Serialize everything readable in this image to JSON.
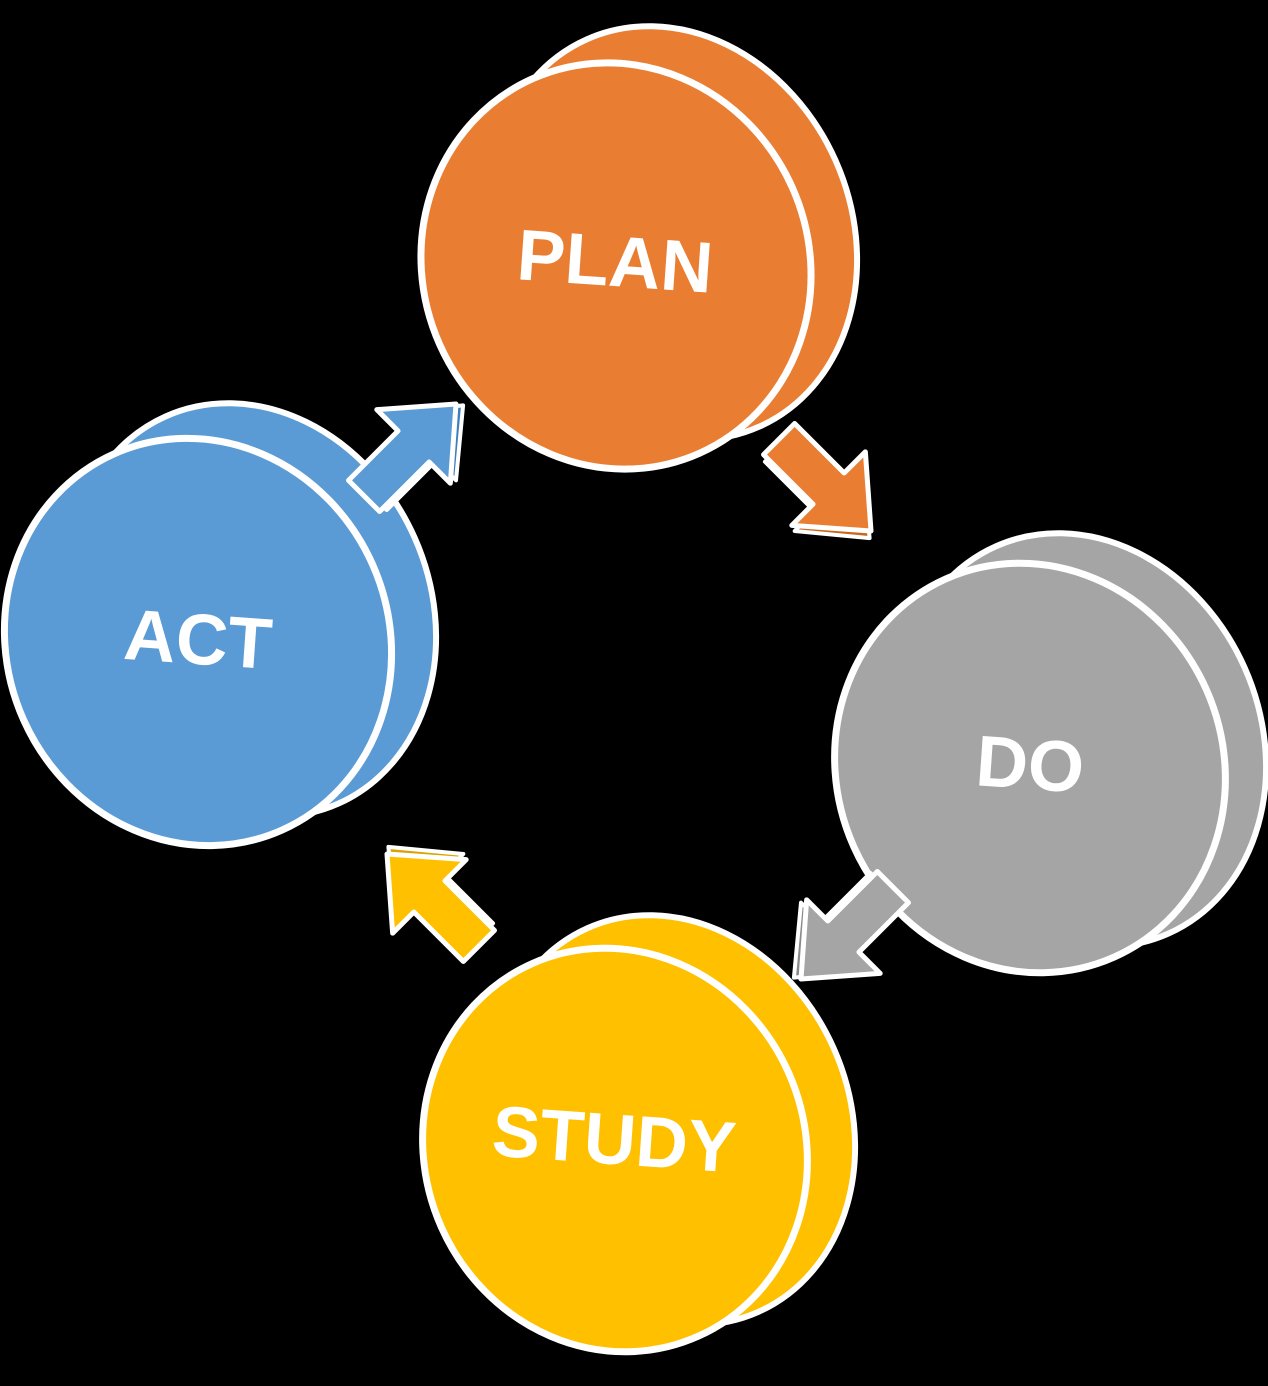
{
  "diagram": {
    "background": "#000000",
    "outline_color": "#ffffff",
    "stages": [
      {
        "id": "plan",
        "label": "PLAN",
        "face_color": "#E97E32",
        "side_color": "#E97E32"
      },
      {
        "id": "do",
        "label": "DO",
        "face_color": "#A5A5A5",
        "side_color": "#A5A5A5"
      },
      {
        "id": "study",
        "label": "STUDY",
        "face_color": "#FFC000",
        "side_color": "#FFC000"
      },
      {
        "id": "act",
        "label": "ACT",
        "face_color": "#5B9BD5",
        "side_color": "#5B9BD5"
      }
    ],
    "arrows": [
      {
        "from": "plan",
        "to": "do",
        "color": "#E97E32",
        "side_color": "#C9651C"
      },
      {
        "from": "do",
        "to": "study",
        "color": "#A5A5A5",
        "side_color": "#8A8A8A"
      },
      {
        "from": "study",
        "to": "act",
        "color": "#FFC000",
        "side_color": "#D9A300"
      },
      {
        "from": "act",
        "to": "plan",
        "color": "#5B9BD5",
        "side_color": "#3F7FBA"
      }
    ]
  }
}
